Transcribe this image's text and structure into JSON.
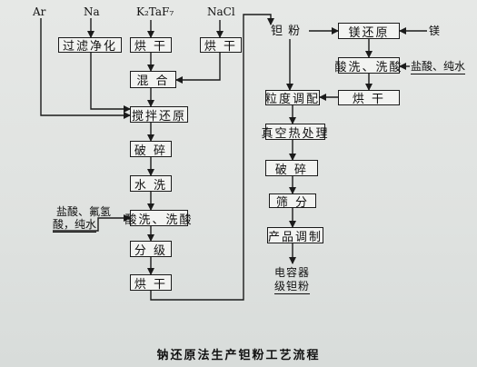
{
  "diagram": {
    "caption": "钠还原法生产钽粉工艺流程",
    "inputs": {
      "ar": "Ar",
      "na": "Na",
      "k2taf7": "K₂TaF₇",
      "nacl": "NaCl",
      "mg": "镁",
      "acid_water_left_1": "盐酸、氟氢",
      "acid_water_left_2": "酸，纯水",
      "acid_water_right": "盐酸、纯水"
    },
    "left_column": {
      "filter_purify": "过滤净化",
      "dry_k2taf7": "烘 干",
      "dry_nacl": "烘 干",
      "mix": "混 合",
      "stir_reduce": "搅拌还原",
      "crush": "破 碎",
      "water_wash": "水 洗",
      "acid_wash": "酸洗、洗酸",
      "classify": "分 级",
      "dry_final": "烘 干"
    },
    "right_column": {
      "ta_powder": "钽 粉",
      "mg_reduce": "镁还原",
      "acid_wash": "酸洗、洗酸",
      "particle_adjust": "粒度调配",
      "dry": "烘 干",
      "vacuum_heat": "真空热处理",
      "crush": "破 碎",
      "sieve": "筛 分",
      "product_adjust": "产品调制",
      "output_1": "电容器",
      "output_2": "级钽粉"
    },
    "colors": {
      "line": "#1b1b1b",
      "box_fill": "#f2f3f1"
    }
  }
}
